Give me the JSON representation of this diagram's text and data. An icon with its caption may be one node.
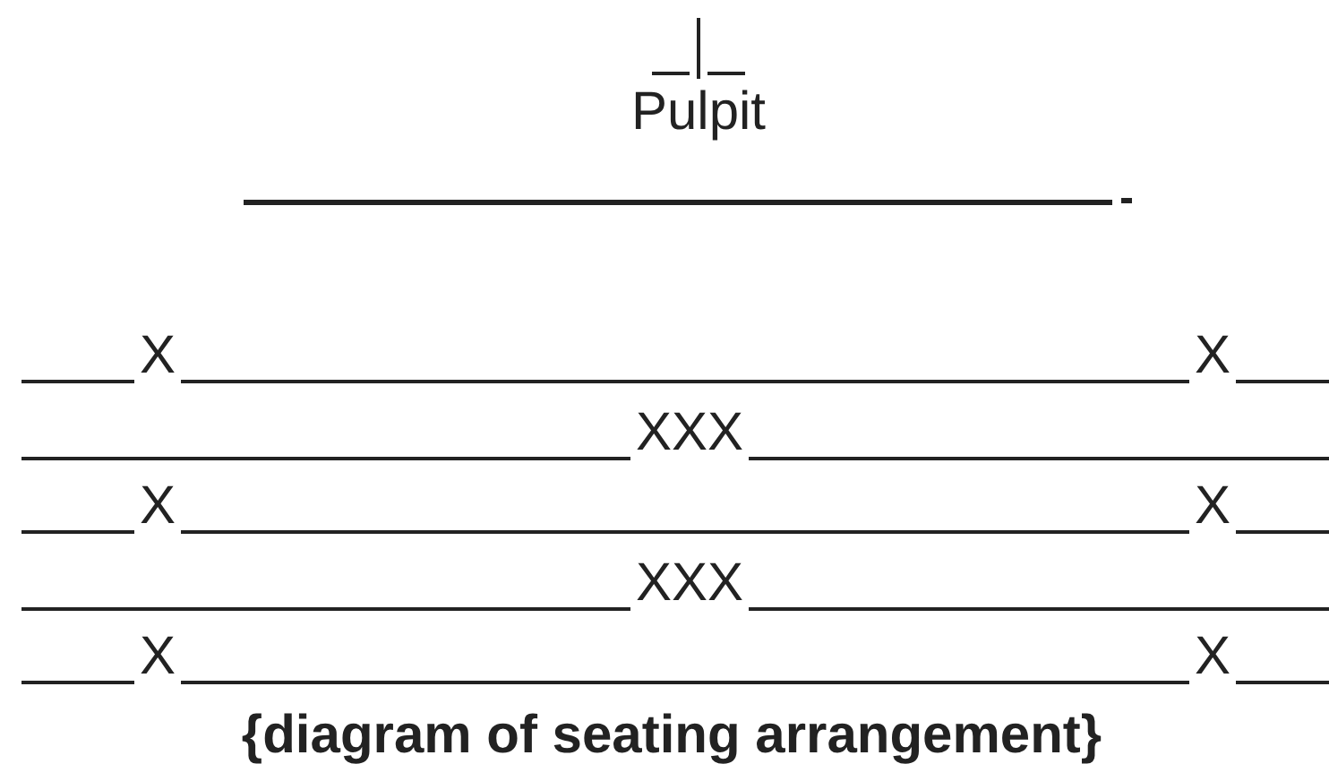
{
  "diagram": {
    "caption": "{diagram of seating arrangement}",
    "labels": [
      "Pulpit",
      "X",
      "X",
      "XXX",
      "X",
      "X",
      "XXX",
      "X",
      "X"
    ]
  }
}
